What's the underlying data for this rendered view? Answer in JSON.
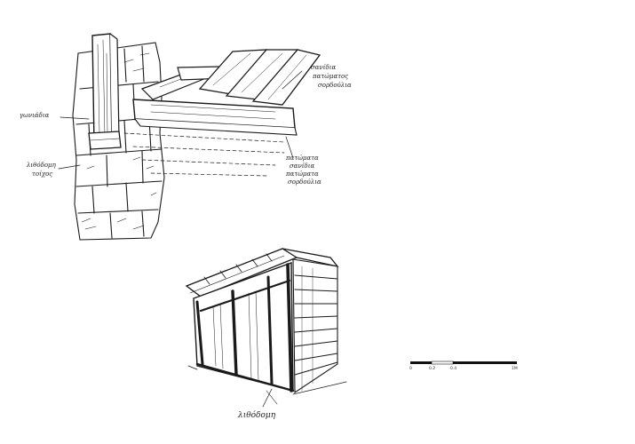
{
  "sketch_top": {
    "labels": {
      "right_top": [
        "σανίδια",
        "πατώματος",
        "σορδούλια"
      ],
      "left_upper": "γωνιάδια",
      "left_lower": [
        "λιθόδομη",
        "τοίχος"
      ],
      "right_lower": [
        "πατώματα",
        "σανίδια",
        "πατώματα",
        "σορδούλια"
      ]
    }
  },
  "sketch_bottom": {
    "label": "λιθόδομη"
  },
  "scale_bar": {
    "ticks": [
      "0",
      "0.2",
      "0.4",
      "1M"
    ]
  }
}
